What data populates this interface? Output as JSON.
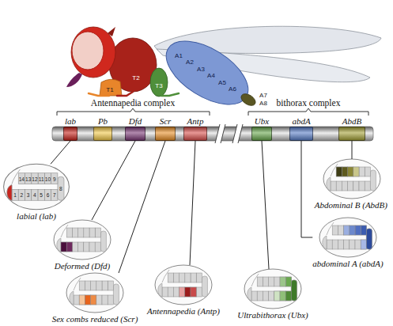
{
  "diagram": {
    "nodes": [
      {
        "text": [
          "lab"
        ]
      },
      {
        "text": [
          "Pb"
        ]
      },
      {
        "text": [
          "Dfd"
        ]
      },
      {
        "text": [
          "Scr"
        ]
      },
      {
        "text": [
          "Antp"
        ]
      },
      {
        "text": [
          "Ubx"
        ]
      },
      {
        "text": [
          "abdA"
        ]
      },
      {
        "text": [
          "AbdB"
        ]
      },
      {
        "text": [
          "labial (lab)"
        ]
      },
      {
        "text": [
          "Deformed (Dfd)"
        ]
      },
      {
        "text": [
          "Sex combs reduced (Scr)"
        ]
      },
      {
        "text": [
          "Antennapedia (Antp)"
        ]
      },
      {
        "text": [
          "Ultrabithorax (Ubx)"
        ]
      },
      {
        "text": [
          "abdominal A (abdA)"
        ]
      },
      {
        "text": [
          "Abdominal B (AbdB)"
        ]
      }
    ],
    "edges": [
      {
        "from": 0,
        "to": 8,
        "arrow": "none"
      },
      {
        "from": 2,
        "to": 9,
        "arrow": "none"
      },
      {
        "from": 3,
        "to": 10,
        "arrow": "none"
      },
      {
        "from": 4,
        "to": 11,
        "arrow": "none"
      },
      {
        "from": 5,
        "to": 12,
        "arrow": "none"
      },
      {
        "from": 6,
        "to": 13,
        "arrow": "none"
      },
      {
        "from": 7,
        "to": 14,
        "arrow": "none"
      }
    ],
    "labels": [
      "T1",
      "T2",
      "T3",
      "A1",
      "A2",
      "A3",
      "A4",
      "A5",
      "A6",
      "A7",
      "A8",
      "Antennapedia complex",
      "bithorax complex",
      "14",
      "13",
      "12",
      "11",
      "10",
      "9",
      "8",
      "1",
      "2",
      "3",
      "4",
      "5",
      "6",
      "7"
    ]
  }
}
